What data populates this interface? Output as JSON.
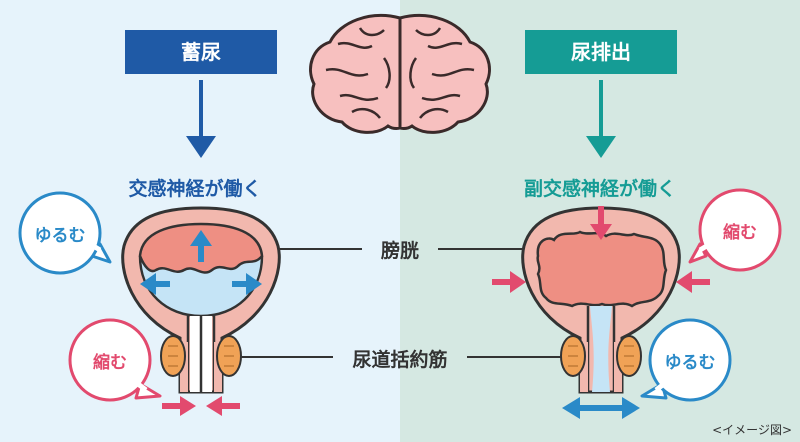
{
  "left": {
    "header": "蓄尿",
    "caption": "交感神経が働く",
    "bubble_top": "ゆるむ",
    "bubble_bottom": "縮む"
  },
  "right": {
    "header": "尿排出",
    "caption": "副交感神経が働く",
    "bubble_top": "縮む",
    "bubble_bottom": "ゆるむ"
  },
  "labels": {
    "bladder": "膀胱",
    "sphincter": "尿道括約筋"
  },
  "note": "<イメージ図>",
  "colors": {
    "left_accent": "#1f5aa6",
    "right_accent": "#159c95",
    "muscle": "#f2b8ae",
    "wall_fill": "#ee8f83",
    "urine": "#c5e4f6",
    "sphincter": "#f0a256",
    "relax_blue": "#2a8ac8",
    "contract_pink": "#e24a6e"
  }
}
